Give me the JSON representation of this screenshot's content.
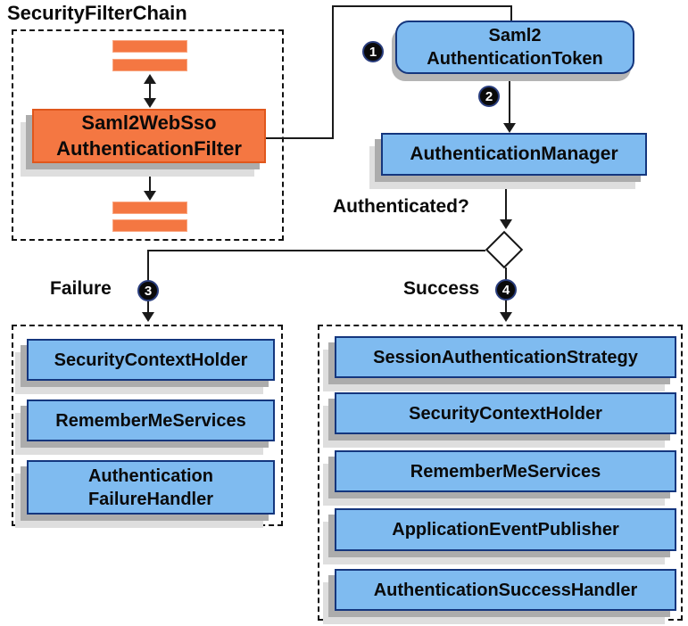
{
  "title": "SecurityFilterChain",
  "filter": {
    "line1": "Saml2WebSso",
    "line2": "AuthenticationFilter"
  },
  "token": {
    "line1": "Saml2",
    "line2": "AuthenticationToken"
  },
  "auth_manager": "AuthenticationManager",
  "question": "Authenticated?",
  "branches": {
    "failure": "Failure",
    "success": "Success"
  },
  "steps": {
    "s1": "1",
    "s2": "2",
    "s3": "3",
    "s4": "4"
  },
  "failure_box": {
    "items": [
      "SecurityContextHolder",
      "RememberMeServices",
      "Authentication\nFailureHandler"
    ]
  },
  "success_box": {
    "items": [
      "SessionAuthenticationStrategy",
      "SecurityContextHolder",
      "RememberMeServices",
      "ApplicationEventPublisher",
      "AuthenticationSuccessHandler"
    ]
  },
  "colors": {
    "orange_fill": "#f47742",
    "orange_border": "#e0571c",
    "blue_fill": "#7fbbf0",
    "blue_border": "#14367e",
    "shadow_dark": "#acacac",
    "shadow_light": "#dedede",
    "line": "#1a1a1a",
    "badge_fill": "#0a0a0a",
    "badge_ring": "#2a3e7e"
  }
}
